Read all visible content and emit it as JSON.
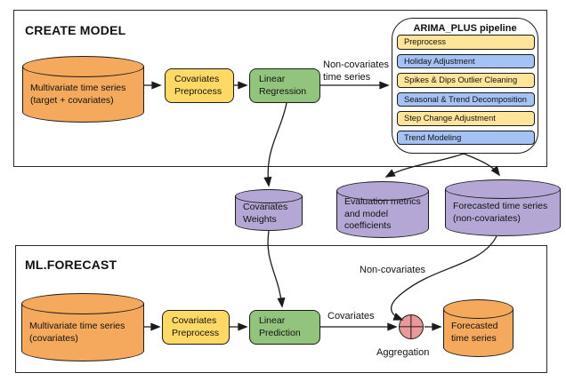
{
  "colors": {
    "orange": "#F4A95C",
    "yellow": "#FFD966",
    "green": "#93C47D",
    "purple": "#B4A7D6",
    "pale_yellow": "#FFE599",
    "light_blue": "#A4C2F4",
    "pink": "#EA9999"
  },
  "create_model": {
    "title": "CREATE MODEL",
    "input_label": "Multivariate time series\n(target + covariates)",
    "preprocess_label": "Covariates\nPreprocess",
    "regression_label": "Linear\nRegression",
    "arrow_label": "Non-covariates\ntime series"
  },
  "pipeline": {
    "title": "ARIMA_PLUS pipeline",
    "steps": [
      {
        "label": "Preprocess",
        "color": "#FFE599"
      },
      {
        "label": "Holiday Adjustment",
        "color": "#A4C2F4"
      },
      {
        "label": "Spikes & Dips Outlier Cleaning",
        "color": "#FFE599"
      },
      {
        "label": "Seasonal & Trend Decomposition",
        "color": "#A4C2F4"
      },
      {
        "label": "Step Change Adjustment",
        "color": "#FFE599"
      },
      {
        "label": "Trend Modeling",
        "color": "#A4C2F4"
      }
    ]
  },
  "artifacts": {
    "weights_label": "Covariates\nWeights",
    "eval_label": "Evaluation metrics\nand model\ncoefficients",
    "forecast_noncov_label": "Forecasted time series\n(non-covariates)"
  },
  "ml_forecast": {
    "title": "ML.FORECAST",
    "input_label": "Multivariate time series\n(covariates)",
    "preprocess_label": "Covariates\nPreprocess",
    "prediction_label": "Linear\nPrediction",
    "covariates_arrow_label": "Covariates",
    "noncovariates_arrow_label": "Non-covariates",
    "aggregation_label": "Aggregation",
    "output_label": "Forecasted\ntime series"
  }
}
